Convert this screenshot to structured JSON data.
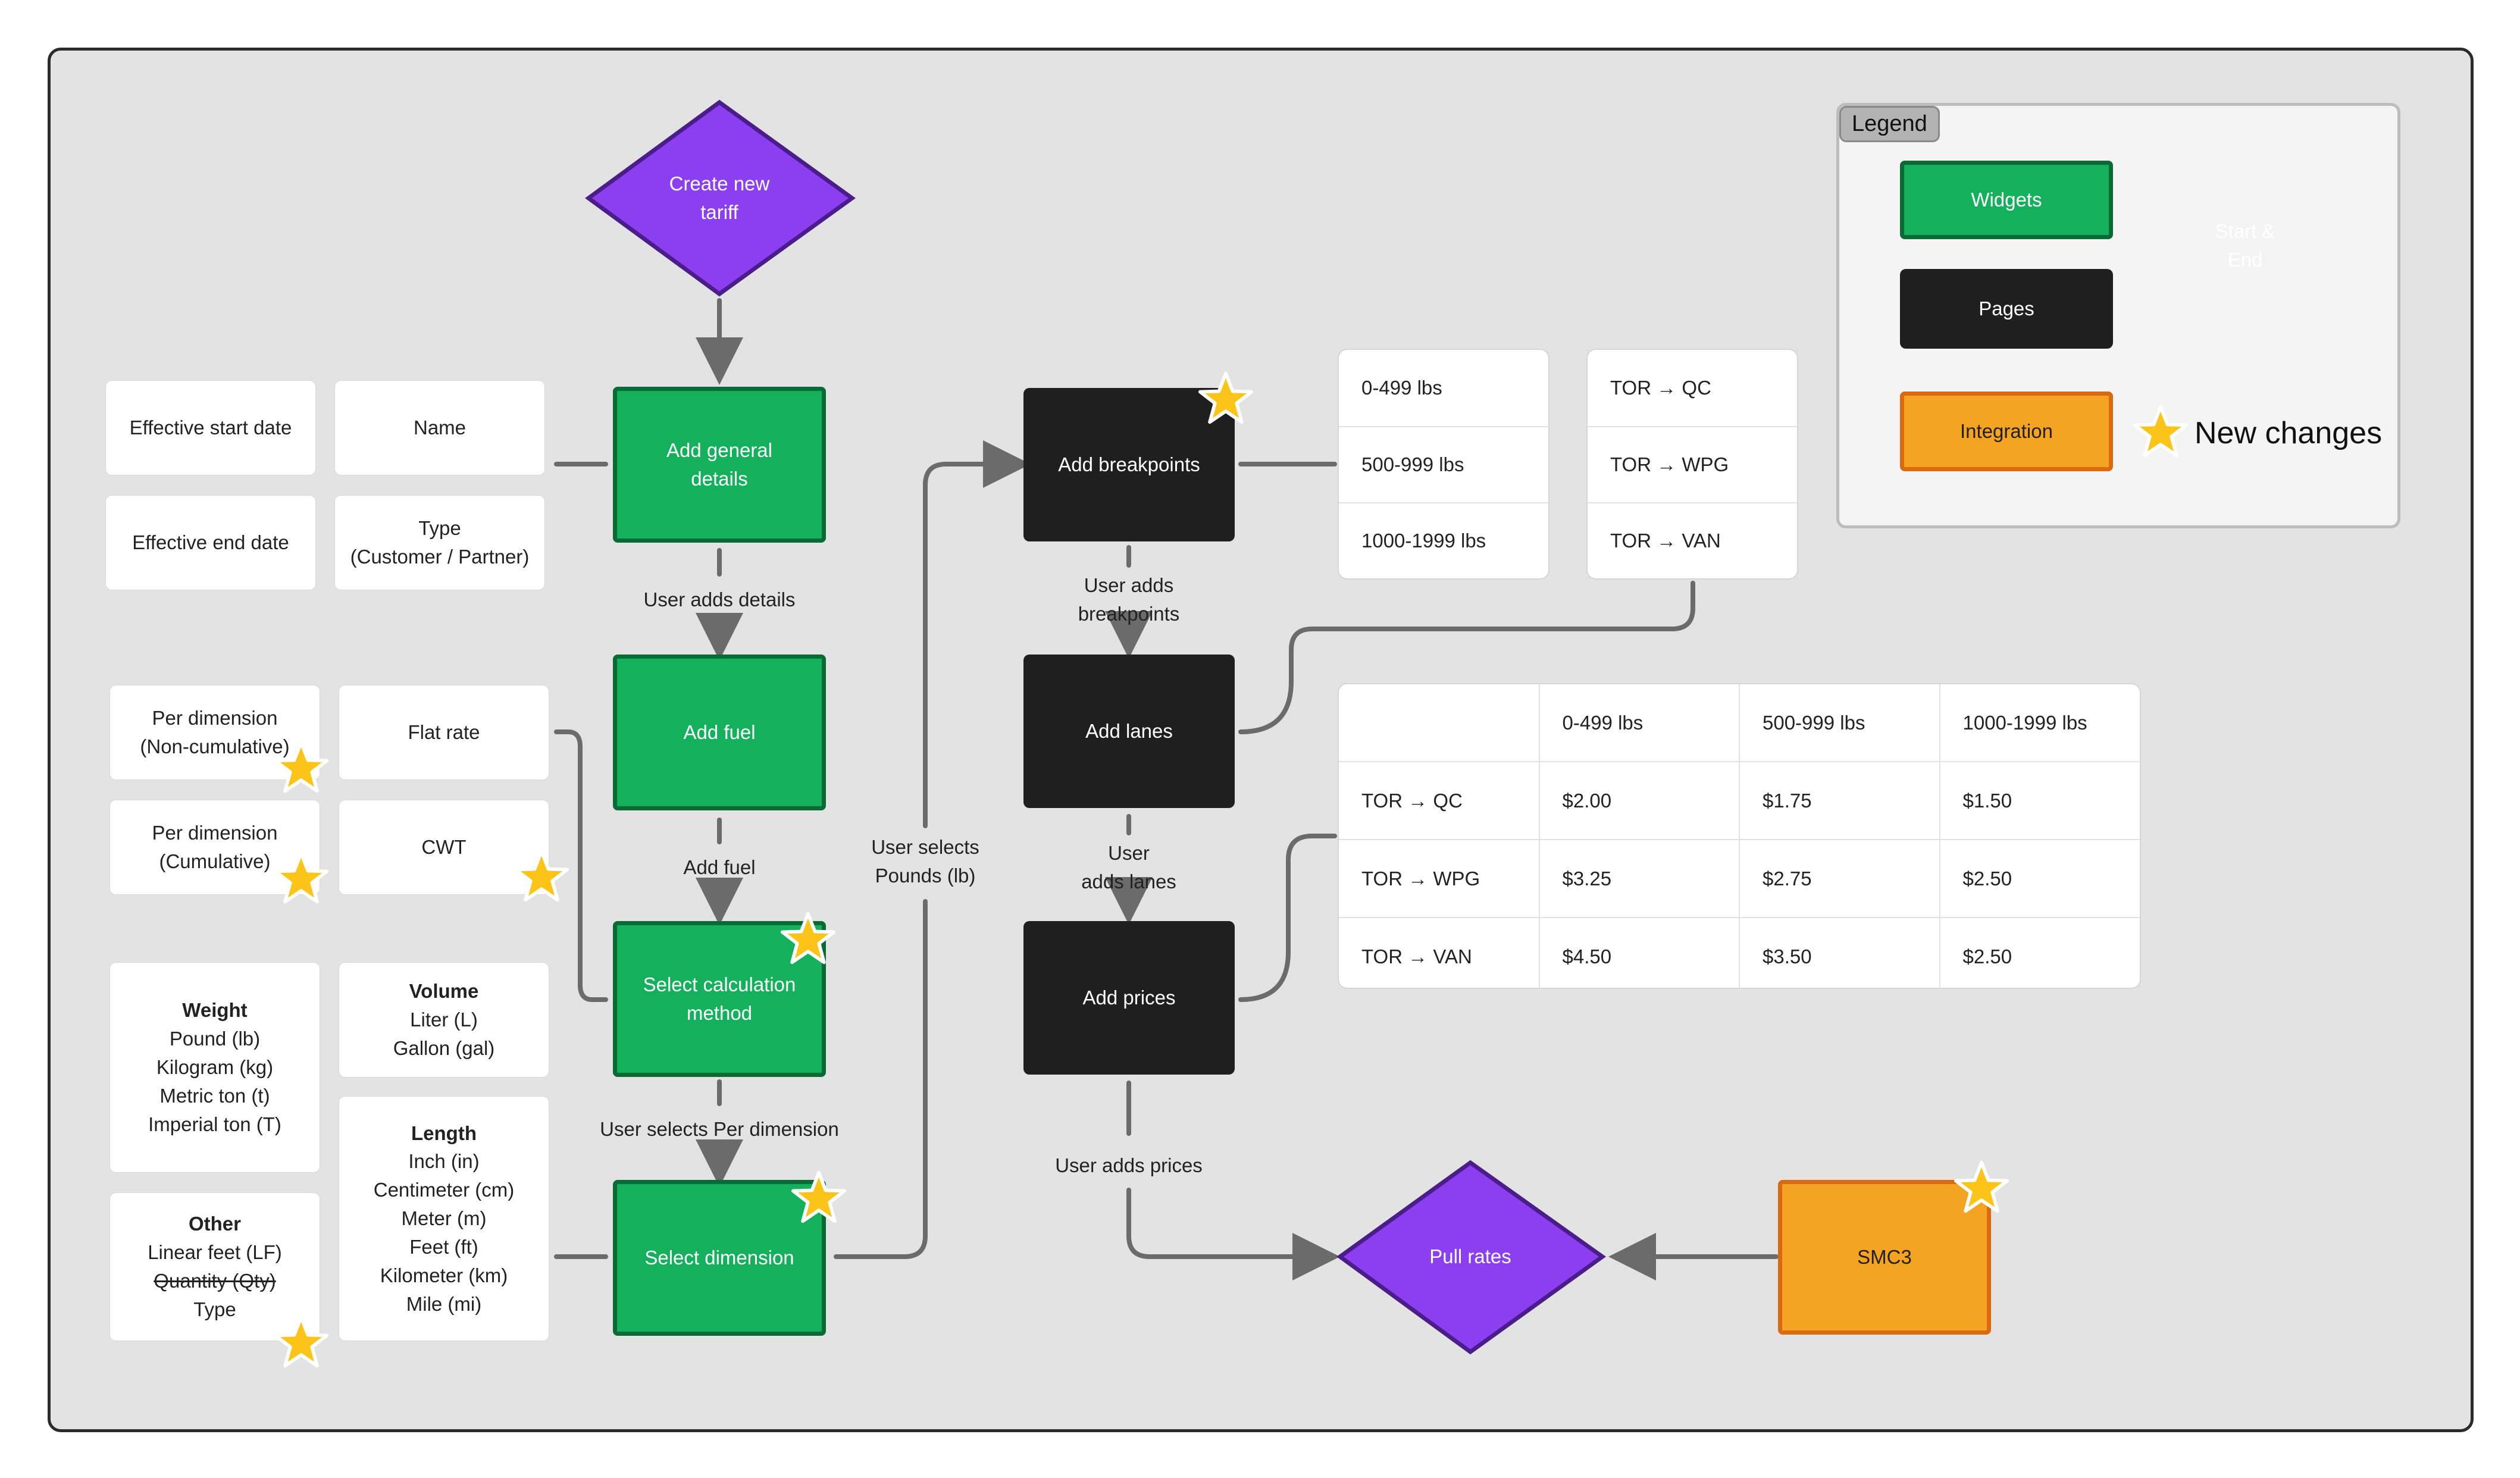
{
  "nodes": {
    "create_tariff": "Create new\ntariff",
    "add_general_details": "Add general\ndetails",
    "add_fuel": "Add fuel",
    "select_calculation_method": "Select calculation\nmethod",
    "select_dimension": "Select dimension",
    "add_breakpoints": "Add breakpoints",
    "add_lanes": "Add lanes",
    "add_prices": "Add prices",
    "pull_rates": "Pull rates",
    "smc3": "SMC3"
  },
  "edge_labels": {
    "user_adds_details": "User adds details",
    "add_fuel": "Add fuel",
    "user_selects_per_dimension": "User selects Per dimension",
    "user_selects_pounds": "User selects\nPounds (lb)",
    "user_adds_breakpoints": "User adds\nbreakpoints",
    "user_adds_lanes": "User\nadds lanes",
    "user_adds_prices": "User adds prices"
  },
  "general_fields": {
    "effective_start_date": "Effective start date",
    "name": "Name",
    "effective_end_date": "Effective end date",
    "type_line1": "Type",
    "type_line2": "(Customer / Partner)"
  },
  "calc_methods": {
    "per_dim_noncumulative_line1": "Per dimension",
    "per_dim_noncumulative_line2": "(Non-cumulative)",
    "flat_rate": "Flat rate",
    "per_dim_cumulative_line1": "Per dimension",
    "per_dim_cumulative_line2": "(Cumulative)",
    "cwt": "CWT"
  },
  "dimensions": {
    "weight": {
      "title": "Weight",
      "items": [
        "Pound (lb)",
        "Kilogram (kg)",
        "Metric ton (t)",
        "Imperial ton (T)"
      ]
    },
    "volume": {
      "title": "Volume",
      "items": [
        "Liter (L)",
        "Gallon (gal)"
      ]
    },
    "length": {
      "title": "Length",
      "items": [
        "Inch (in)",
        "Centimeter (cm)",
        "Meter (m)",
        "Feet (ft)",
        "Kilometer (km)",
        "Mile (mi)"
      ]
    },
    "other": {
      "title": "Other",
      "items": [
        "Linear feet (LF)",
        "Quantity (Qty)",
        "Type"
      ]
    }
  },
  "breakpoints": [
    "0-499 lbs",
    "500-999 lbs",
    "1000-1999 lbs"
  ],
  "lanes": [
    "TOR → QC",
    "TOR → WPG",
    "TOR → VAN"
  ],
  "prices_table": {
    "header": [
      "",
      "0-499 lbs",
      "500-999 lbs",
      "1000-1999 lbs"
    ],
    "rows": [
      [
        "TOR → QC",
        "$2.00",
        "$1.75",
        "$1.50"
      ],
      [
        "TOR → WPG",
        "$3.25",
        "$2.75",
        "$2.50"
      ],
      [
        "TOR → VAN",
        "$4.50",
        "$3.50",
        "$2.50"
      ]
    ]
  },
  "legend": {
    "title": "Legend",
    "widgets": "Widgets",
    "pages": "Pages",
    "integration": "Integration",
    "start_end": "Start &\nEnd",
    "new_changes": "New changes"
  },
  "colors": {
    "purple": "#8c3ff0",
    "purple_border": "#4a1d8a",
    "green": "#14b05b",
    "black": "#1f1f1f",
    "orange": "#f5a323",
    "star": "#fcc419",
    "connector": "#6b6b6b"
  }
}
